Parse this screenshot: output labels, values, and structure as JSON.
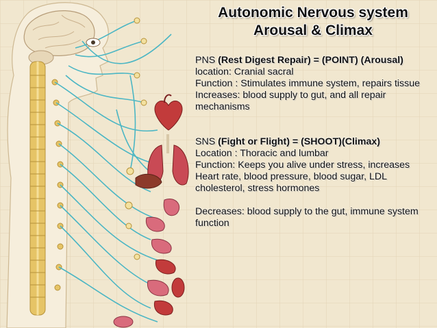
{
  "title": {
    "line1": "Autonomic Nervous system",
    "line2": "Arousal & Climax"
  },
  "pns": {
    "prefix": "PNS",
    "heading": "(Rest Digest Repair) =  (POINT) (Arousal)",
    "location": "location:   Cranial sacral",
    "function": "Function :   Stimulates immune system, repairs tissue",
    "increases": "Increases: blood supply to gut, and all repair mechanisms"
  },
  "sns": {
    "prefix": "SNS",
    "heading": "(Fight or Flight) = (SHOOT)(Climax)",
    "location": "Location : Thoracic and lumbar",
    "function": "Function: Keeps you alive under stress, increases Heart rate, blood pressure, blood sugar, LDL cholesterol, stress hormones",
    "decreases": "Decreases: blood supply to the gut, immune system function"
  },
  "colors": {
    "background": "#f1e7cf",
    "grid": "#e2d3b5",
    "nerve": "#4bb6c4",
    "spine": "#e6c466",
    "brain": "#efe3c8",
    "organ_red": "#c23b3b",
    "organ_pink": "#d96b7c",
    "liver": "#8c3a2a"
  },
  "icons": [
    "brain-icon",
    "spinal-cord-icon",
    "heart-icon",
    "lungs-icon",
    "nerve-ganglion-icon",
    "organ-icon"
  ]
}
